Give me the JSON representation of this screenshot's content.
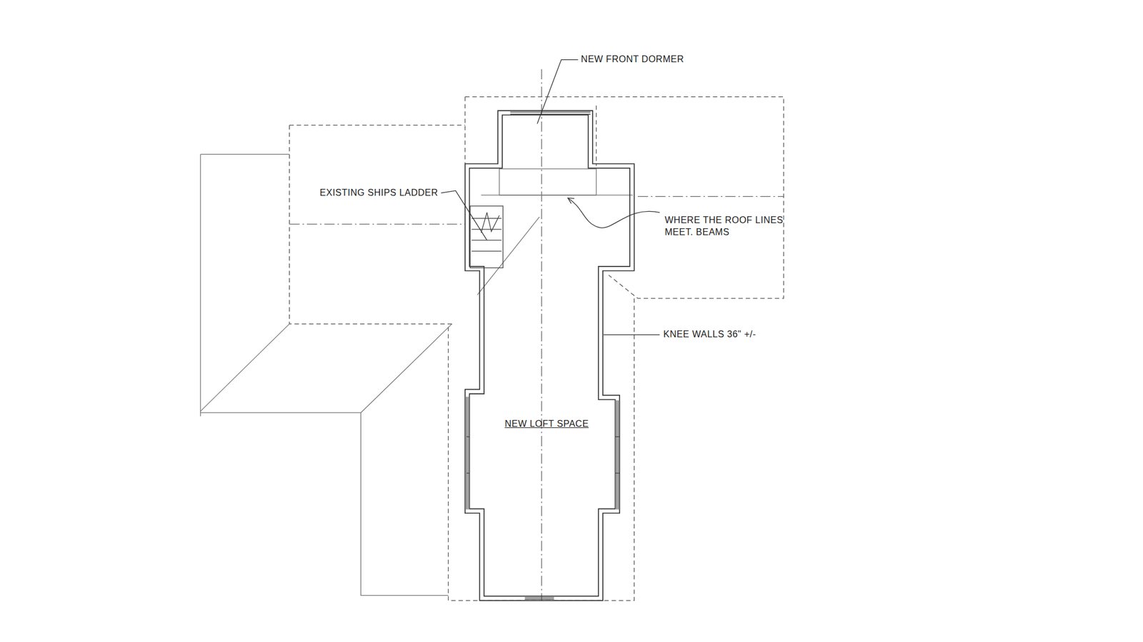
{
  "diagram": {
    "labels": [
      "NEW FRONT DORMER",
      "EXISTING SHIPS LADDER",
      "WHERE THE ROOF LINES MEET. BEAMS",
      "KNEE WALLS 36\" +/-",
      "NEW LOFT SPACE"
    ]
  }
}
